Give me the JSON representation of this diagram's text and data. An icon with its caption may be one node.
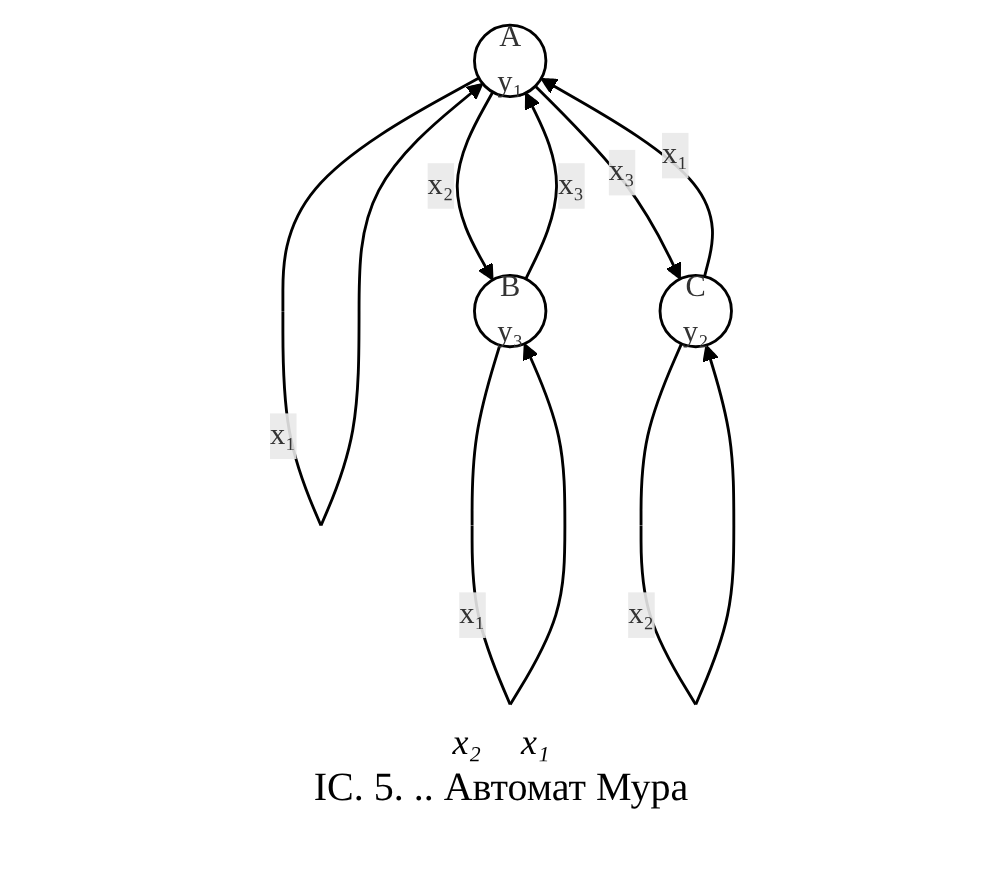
{
  "diagram": {
    "caption": "ІС. 5. .. Автомат Мура",
    "nodes": [
      {
        "text": [
          "A",
          "y₁"
        ]
      },
      {
        "text": [
          "B",
          "y₃"
        ]
      },
      {
        "text": [
          "C",
          "y₂"
        ]
      }
    ],
    "edges": [
      {
        "from": 0,
        "to": 0,
        "arrow": "to",
        "label": "x₁"
      },
      {
        "from": 0,
        "to": 1,
        "arrow": "to",
        "label": "x₂"
      },
      {
        "from": 1,
        "to": 0,
        "arrow": "to",
        "label": "x₃"
      },
      {
        "from": 1,
        "to": 1,
        "arrow": "to",
        "label": "x₁"
      },
      {
        "from": 0,
        "to": 2,
        "arrow": "to",
        "label": "x₃"
      },
      {
        "from": 2,
        "to": 0,
        "arrow": "to",
        "label": "x₁"
      },
      {
        "from": 2,
        "to": 2,
        "arrow": "to",
        "label": "x₂"
      }
    ],
    "labels": [
      "x₂",
      "x₁"
    ]
  }
}
